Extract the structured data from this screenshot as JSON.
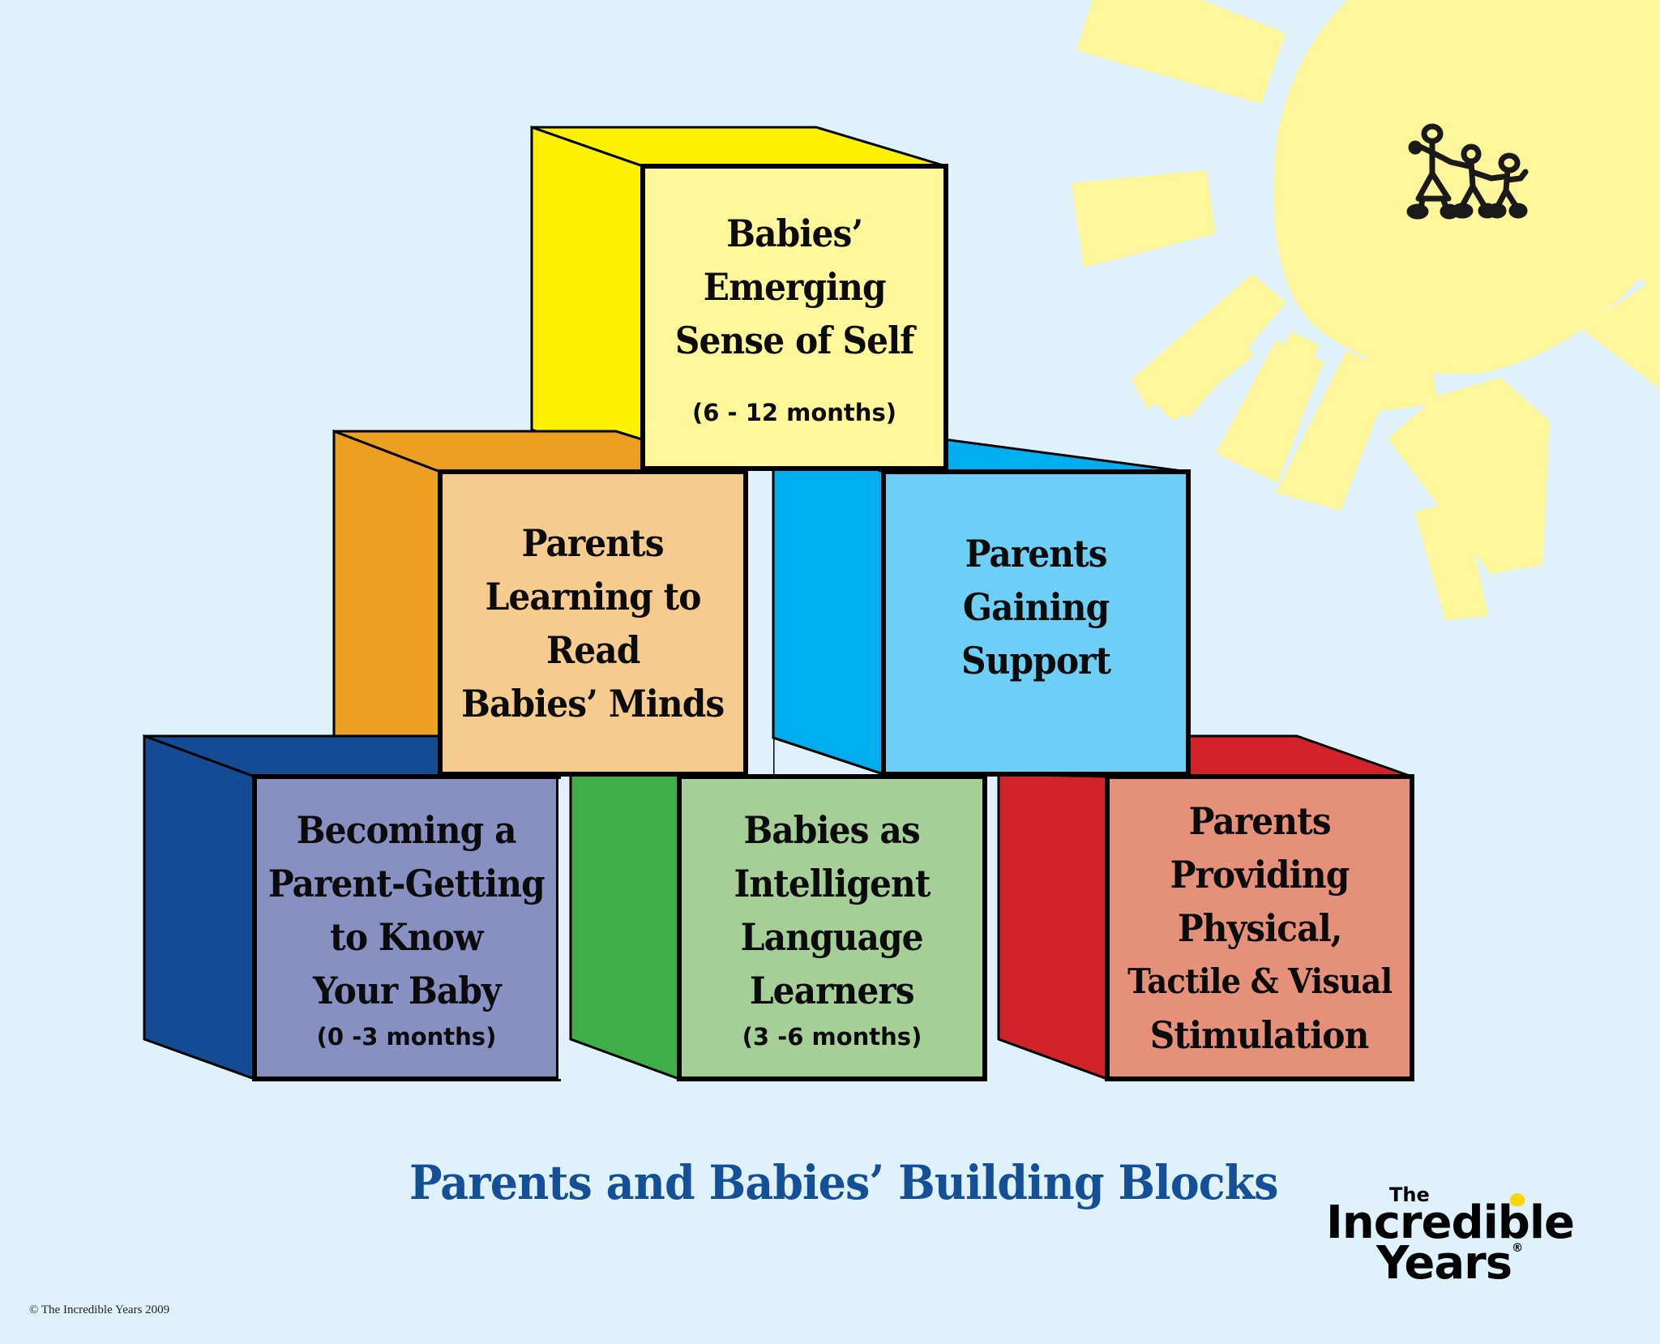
{
  "title": "Parents and Babies’ Building Blocks",
  "copyright": "© The Incredible Years 2009",
  "logo": {
    "line1": "The",
    "line2": "Incredible",
    "line3": "Years",
    "registered": "®",
    "accent_color": "#ffd500"
  },
  "sun": {
    "color": "#fff59b",
    "icon": "family-stick-figures-icon"
  },
  "colors": {
    "background": "#dff2fc",
    "title": "#144f97",
    "outline": "#000000"
  },
  "blocks": [
    {
      "id": "top",
      "lines": [
        "Babies’",
        "Emerging",
        "Sense of Self"
      ],
      "age": "(6 - 12 months)",
      "side_color": "#fff200",
      "face_color": "#fff799"
    },
    {
      "id": "middle-left",
      "lines": [
        "Parents",
        "Learning to",
        "Read",
        "Babies’ Minds"
      ],
      "age": "",
      "side_color": "#ed9f22",
      "face_color": "#f6cb8e"
    },
    {
      "id": "middle-right",
      "lines": [
        "Parents",
        "Gaining",
        "Support"
      ],
      "age": "",
      "side_color": "#00aeef",
      "face_color": "#6dcff6"
    },
    {
      "id": "bottom-left",
      "lines": [
        "Becoming a",
        "Parent-Getting",
        "to Know",
        "Your Baby"
      ],
      "age": "(0 -3 months)",
      "side_color": "#144b92",
      "face_color": "#8790c0"
    },
    {
      "id": "bottom-center",
      "lines": [
        "Babies as",
        "Intelligent",
        "Language",
        "Learners"
      ],
      "age": "(3 -6 months)",
      "side_color": "#3fae49",
      "face_color": "#a6cf98"
    },
    {
      "id": "bottom-right",
      "lines": [
        "Parents",
        "Providing",
        "Physical,",
        "Tactile & Visual",
        "Stimulation"
      ],
      "age": "",
      "side_color": "#d2232a",
      "face_color": "#e5917a"
    }
  ]
}
